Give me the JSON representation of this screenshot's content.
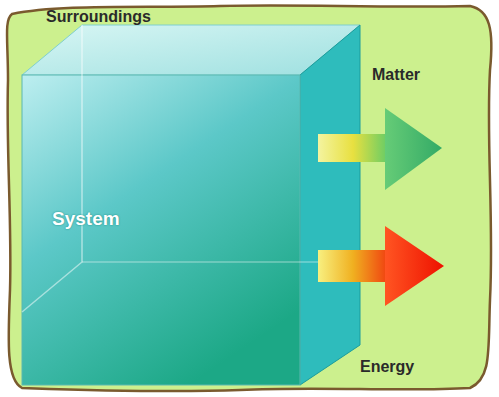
{
  "diagram": {
    "nodes": [
      {
        "text": [
          "Surroundings"
        ]
      },
      {
        "text": [
          "System"
        ],
        "in": 0
      }
    ],
    "labels": [
      "Matter",
      "Energy"
    ]
  }
}
